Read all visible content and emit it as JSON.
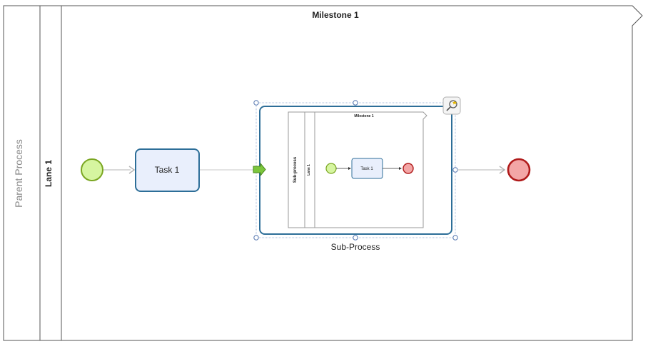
{
  "pool": {
    "label": "Parent Process"
  },
  "lane": {
    "label": "Lane 1"
  },
  "milestone": {
    "label": "Milestone 1"
  },
  "task": {
    "label": "Task 1"
  },
  "subprocess": {
    "label": "Sub-Process",
    "preview": {
      "pool_label": "Sub-process",
      "lane_label": "Lane 1",
      "milestone_label": "Milestone 1",
      "task_label": "Task 1"
    }
  },
  "colors": {
    "start_fill": "#d6f5a0",
    "start_stroke": "#7aa621",
    "end_fill": "#f3a6a6",
    "end_stroke": "#b01b1b",
    "task_fill": "#e9effc",
    "task_stroke": "#2d6e98",
    "selection": "#5577b0"
  }
}
